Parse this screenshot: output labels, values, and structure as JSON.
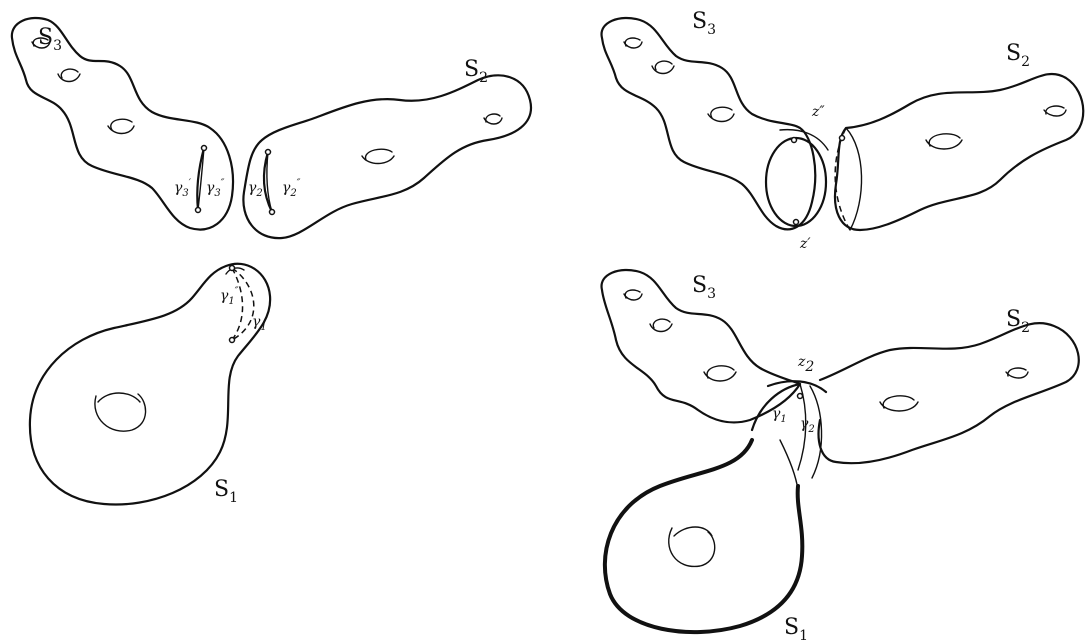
{
  "labels": {
    "s3_a": "S",
    "s3_a_sub": "3",
    "s2_a": "S",
    "s2_a_sub": "2",
    "s1_a": "S",
    "s1_a_sub": "1",
    "s3_b": "S",
    "s3_b_sub": "3",
    "s2_b": "S",
    "s2_b_sub": "2",
    "s3_c": "S",
    "s3_c_sub": "3",
    "s2_c": "S",
    "s2_c_sub": "2",
    "s1_c": "S",
    "s1_c_sub": "1",
    "g3p": "γ",
    "g3p_sub": "3",
    "g3p_mark": "′",
    "g3pp": "γ",
    "g3pp_sub": "3",
    "g3pp_mark": "″",
    "g2p": "γ",
    "g2p_sub": "2",
    "g2p_mark": "′",
    "g2pp": "γ",
    "g2pp_sub": "2",
    "g2pp_mark": "″",
    "g1pp": "γ",
    "g1pp_sub": "1",
    "g1pp_mark": "″",
    "g1p": "γ",
    "g1p_sub": "1",
    "g1p_mark": "′",
    "zpp": "z″",
    "zp": "z′",
    "z2": "z",
    "z2_sub": "2",
    "g1": "γ",
    "g1_sub": "1",
    "g2": "γ",
    "g2_sub": "2"
  }
}
